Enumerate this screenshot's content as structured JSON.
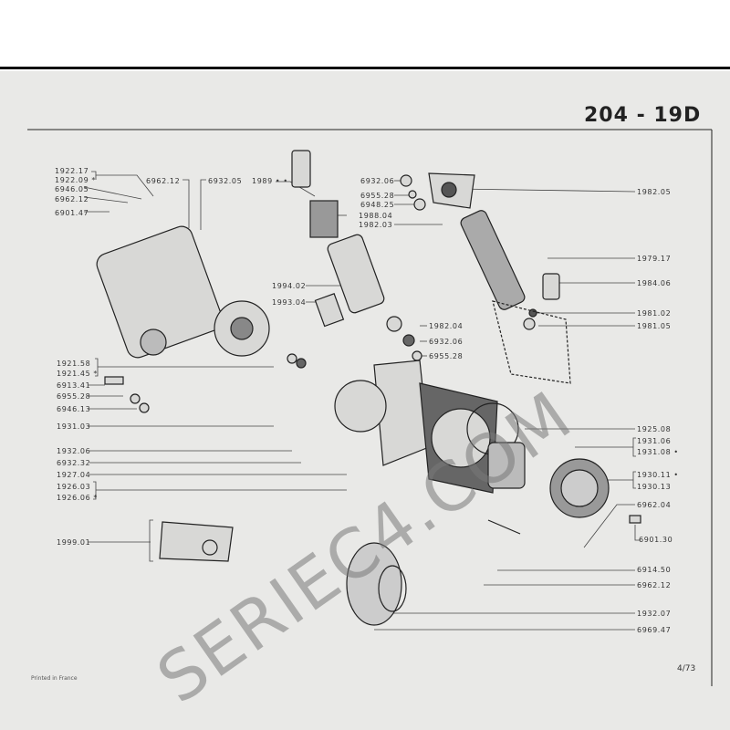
{
  "header": {
    "title": "204 - 19D"
  },
  "watermark": "SERIEC4.COM",
  "labels": [
    "1922.17",
    "1922.09 *",
    "6946.05",
    "6962.12",
    "6901.47",
    "6962.12",
    "6932.05",
    "1989 • •",
    "6932.06",
    "6955.28",
    "6948.25",
    "1988.04",
    "1982.03",
    "1994.02",
    "1993.04",
    "1982.04",
    "6932.06",
    "6955.28",
    "1982.05",
    "1979.17",
    "1984.06",
    "1981.02",
    "1981.05",
    "1925.08",
    "1931.06",
    "1931.08 •",
    "1930.11 •",
    "1930.13",
    "6962.04",
    "6901.30",
    "6914.50",
    "6962.12",
    "1932.07",
    "6969.47",
    "1921.58",
    "1921.45 *",
    "6913.41",
    "6955.28",
    "6946.13",
    "1931.03",
    "1932.06",
    "6932.32",
    "1927.04",
    "1926.03",
    "1926.06 *",
    "1999.01"
  ],
  "footer": {
    "printed": "Printed in France",
    "page": "4/73"
  }
}
